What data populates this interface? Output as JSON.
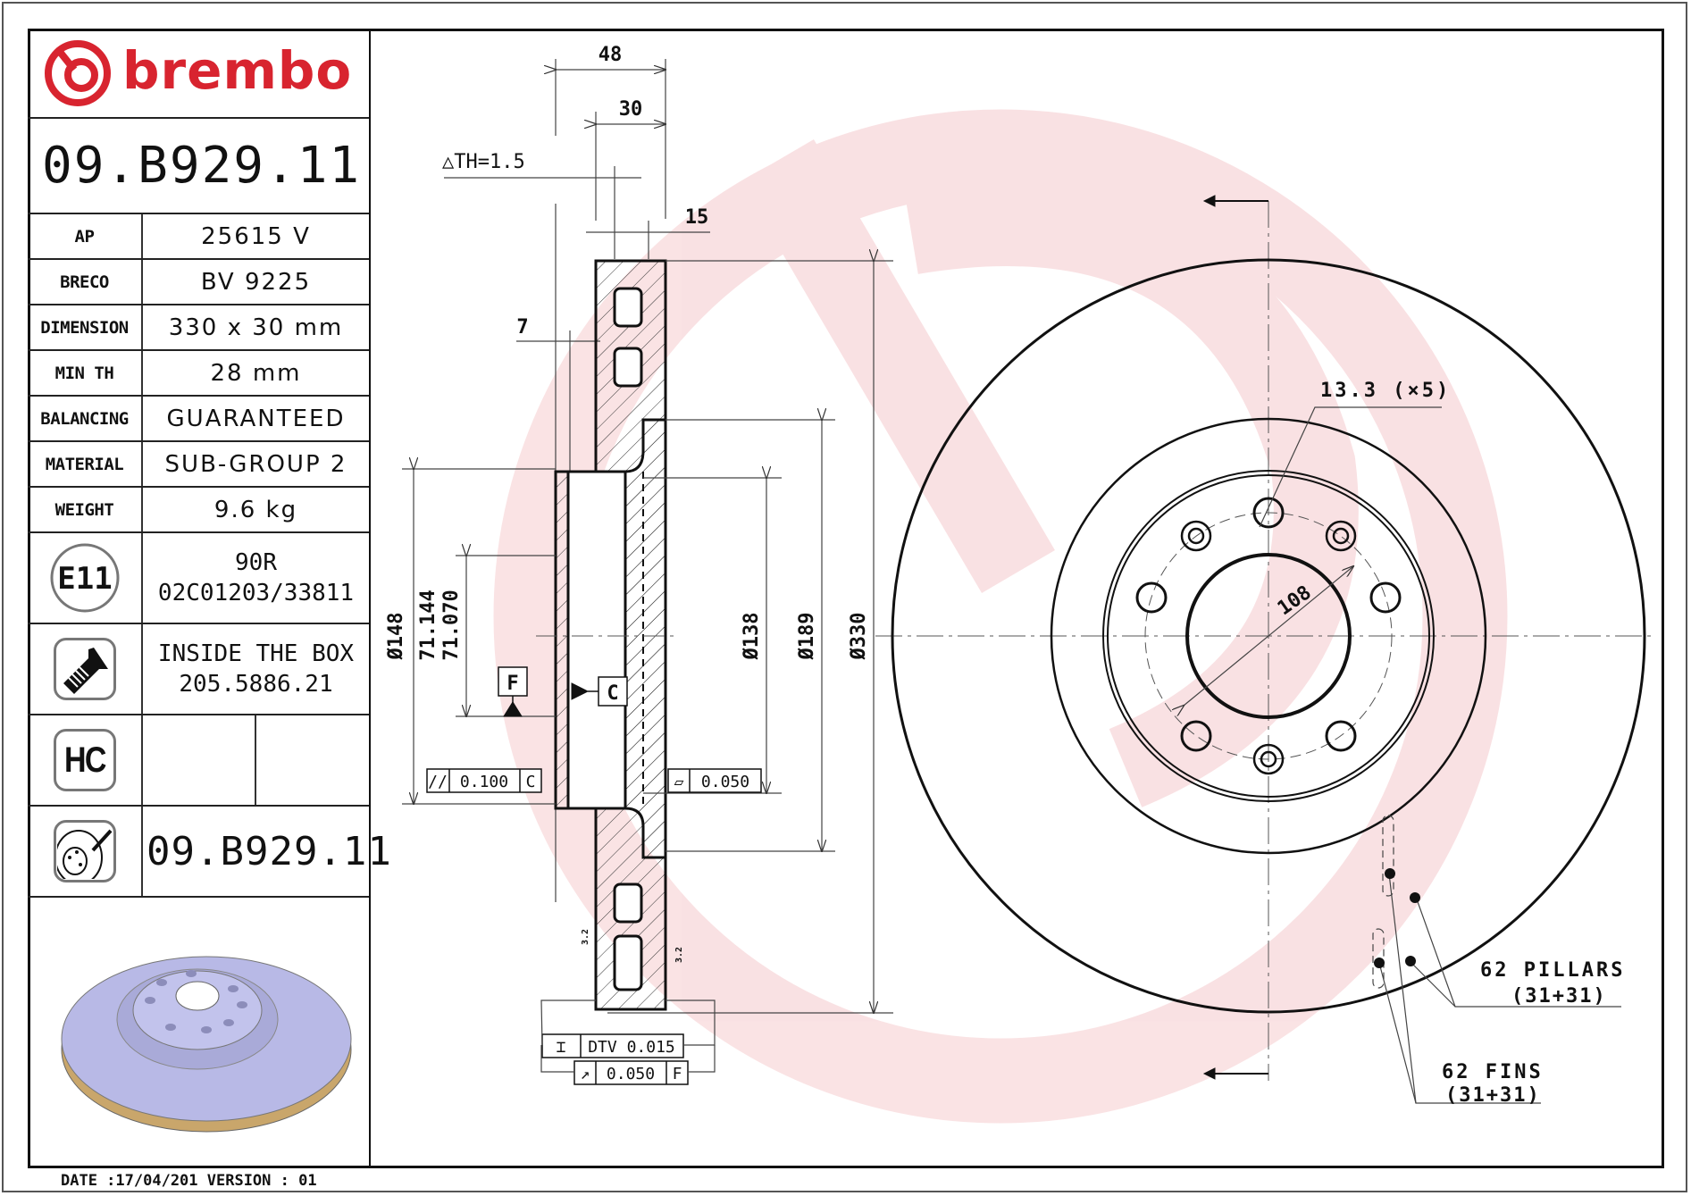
{
  "brand": {
    "name": "brembo",
    "color": "#d8242f"
  },
  "part_number": "09.B929.11",
  "spec_table": [
    {
      "label": "AP",
      "value": "25615 V"
    },
    {
      "label": "BRECO",
      "value": "BV 9225"
    },
    {
      "label": "DIMENSION",
      "value": "330 x 30 mm"
    },
    {
      "label": "MIN TH",
      "value": "28 mm"
    },
    {
      "label": "BALANCING",
      "value": "GUARANTEED"
    },
    {
      "label": "MATERIAL",
      "value": "SUB-GROUP 2"
    },
    {
      "label": "WEIGHT",
      "value": "9.6 kg"
    }
  ],
  "approval": {
    "icon": "E11",
    "line1": "90R",
    "line2": "02C01203/33811"
  },
  "screw": {
    "icon": "screw-icon",
    "line1": "INSIDE THE BOX",
    "line2": "205.5886.21"
  },
  "hc": {
    "icon": "HC"
  },
  "disc_row": {
    "icon": "disc-icon",
    "part_number": "09.B929.11"
  },
  "footer": {
    "date_label": "DATE :17/04/201 VERSION : 01"
  },
  "section_view": {
    "dims": {
      "overall_width": "48",
      "thickness": "30",
      "delta_th": "△TH=1.5",
      "half": "15",
      "hat": "7",
      "d148": "Ø148",
      "d71_upper": "71.144",
      "d71_lower": "71.070",
      "d138": "Ø138",
      "d189": "Ø189",
      "d330": "Ø330",
      "roughness": "3.2"
    },
    "datums": {
      "f": "F",
      "c": "C"
    },
    "tolerances": {
      "parallelism": {
        "symbol": "//",
        "value": "0.100",
        "datum": "C"
      },
      "flatness": {
        "symbol": "▱",
        "value": "0.050"
      },
      "dtv": {
        "symbol": "⌶",
        "value": "DTV 0.015"
      },
      "runout": {
        "symbol": "↗",
        "value": "0.050",
        "datum": "F"
      }
    }
  },
  "front_view": {
    "bolt_hole": "13.3 (×5)",
    "pcd": "108",
    "pillars": {
      "line1": "62 PILLARS",
      "line2": "(31+31)"
    },
    "fins": {
      "line1": "62 FINS",
      "line2": "(31+31)"
    }
  }
}
